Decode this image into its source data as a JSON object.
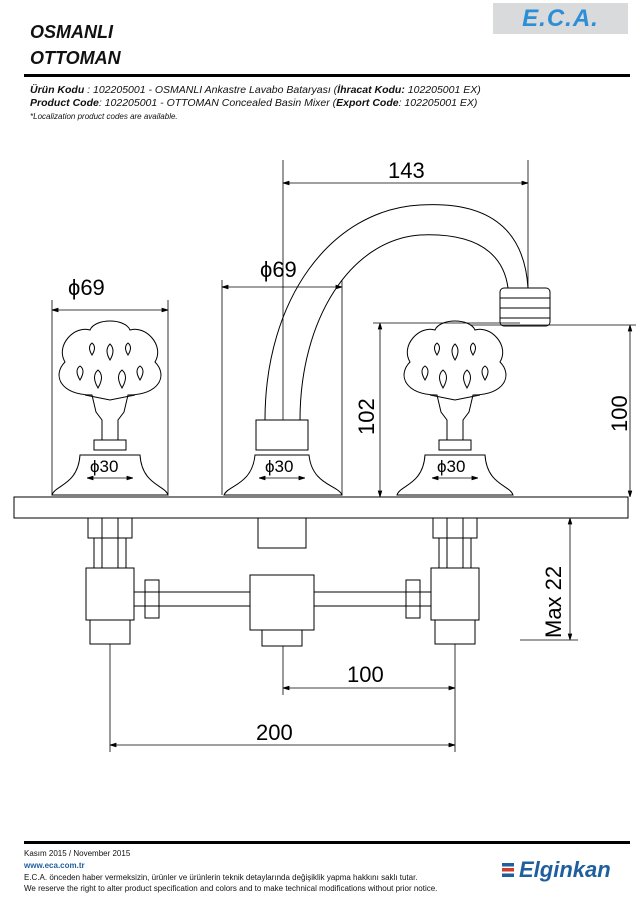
{
  "header": {
    "logo": "E.C.A.",
    "title1": "OSMANLI",
    "title2": "OTTOMAN"
  },
  "codes": {
    "tr_label": "Ürün Kodu",
    "tr_text": "   : 102205001 - OSMANLI Ankastre Lavabo Bataryası (",
    "tr_export_label": "İhracat Kodu:",
    "tr_export": " 102205001 EX)",
    "en_label": "Product Code",
    "en_text": ": 102205001 - OTTOMAN Concealed Basin Mixer (",
    "en_export_label": "Export Code",
    "en_export": ": 102205001 EX)",
    "note": "*Localization product codes are available."
  },
  "dimensions": {
    "d69_left": "ϕ69",
    "d69_mid": "ϕ69",
    "d30_left": "ϕ30",
    "d30_mid": "ϕ30",
    "d30_right": "ϕ30",
    "reach": "143",
    "height_spout": "102",
    "height_handle": "100",
    "max_depth": "Max 22",
    "spacing": "100",
    "overall": "200"
  },
  "footer": {
    "date": "Kasım 2015 / November 2015",
    "url": "www.eca.com.tr",
    "tr_notice": "E.C.A. önceden haber vermeksizin, ürünler ve ürünlerin teknik detaylarında değişiklik yapma hakkını saklı tutar.",
    "en_notice": "We reserve the right to alter product specification and colors and to make technical modifications without prior notice.",
    "brand": "Elginkan"
  }
}
